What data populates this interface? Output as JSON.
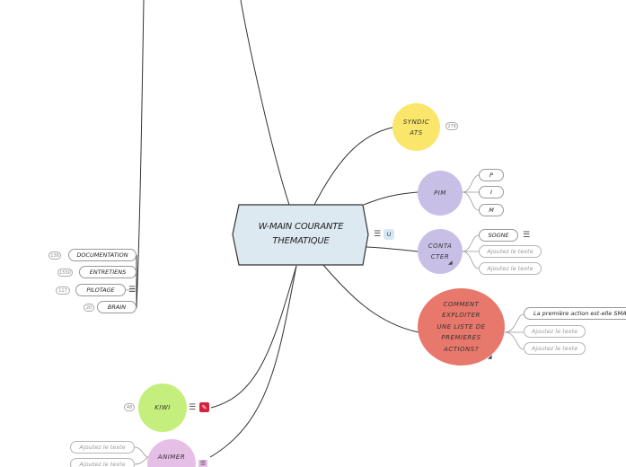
{
  "central": {
    "label": "W-MAIN COURANTE THEMATIQUE"
  },
  "central_badge": {
    "icon": "notes-icon",
    "count": "U"
  },
  "left_branch": {
    "items": [
      {
        "label": "DOCUMENTATION",
        "count": "136"
      },
      {
        "label": "ENTRETIENS",
        "count": "1550"
      },
      {
        "label": "PILOTAGE",
        "count": "117"
      },
      {
        "label": "BRAIN",
        "count": "20"
      }
    ]
  },
  "syndicats": {
    "label": "SYNDIC ATS",
    "count": "278"
  },
  "pim": {
    "label": "PIM",
    "children": [
      "P",
      "I",
      "M"
    ]
  },
  "contacter": {
    "label": "CONTA CTER",
    "children": [
      "SOGNE",
      "Ajoutez le texte",
      "Ajoutez le texte"
    ]
  },
  "comment": {
    "label": "COMMENT EXPLOITER UNE LISTE DE PREMIERES ACTIONS?",
    "children": [
      "La première action est-elle SMART",
      "Ajoutez le texte",
      "Ajoutez le texte"
    ]
  },
  "kiwi": {
    "label": "KIWI",
    "count": "48"
  },
  "animer": {
    "label": "ANIMER",
    "children": [
      "Ajoutez le texte",
      "Ajoutez le texte"
    ]
  },
  "colors": {
    "central_fill": "#dde9f1",
    "syndicats": "#f9e66a",
    "pim": "#c8bfe6",
    "contacter": "#c8bfe6",
    "comment": "#e8786b",
    "kiwi": "#c5ef7c",
    "animer": "#e6bfe6",
    "line": "#333333"
  }
}
